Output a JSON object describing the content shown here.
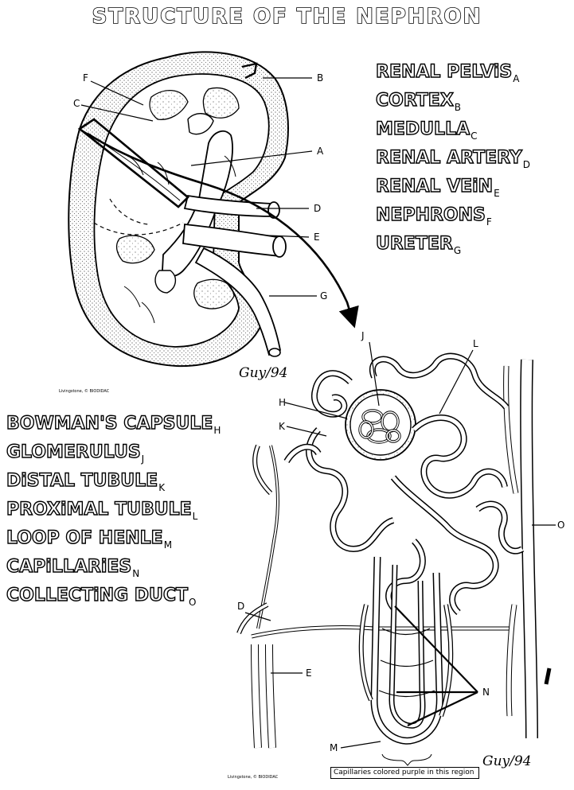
{
  "title": "STRUCTURE OF THE NEPHRON",
  "kidney_legend": [
    {
      "name": "RENAL PELViS",
      "letter": "A"
    },
    {
      "name": "CORTEX",
      "letter": "B"
    },
    {
      "name": "MEDULLA",
      "letter": "C"
    },
    {
      "name": "RENAL ARTERY",
      "letter": "D"
    },
    {
      "name": "RENAL VEiN",
      "letter": "E"
    },
    {
      "name": "NEPHRONS",
      "letter": "F"
    },
    {
      "name": "URETER",
      "letter": "G"
    }
  ],
  "nephron_legend": [
    {
      "name": "BOWMAN'S CAPSULE",
      "letter": "H"
    },
    {
      "name": "GLOMERULUS",
      "letter": "J"
    },
    {
      "name": "DiSTAL TUBULE",
      "letter": "K"
    },
    {
      "name": "PROXiMAL TUBULE",
      "letter": "L"
    },
    {
      "name": "LOOP OF HENLE",
      "letter": "M"
    },
    {
      "name": "CAPiLLARiES",
      "letter": "N"
    },
    {
      "name": "COLLECTiNG DUCT",
      "letter": "O"
    }
  ],
  "kidney_labels": {
    "a": "A",
    "b": "B",
    "c": "C",
    "d": "D",
    "e": "E",
    "f": "F",
    "g": "G"
  },
  "nephron_labels": {
    "h": "H",
    "j": "J",
    "k": "K",
    "l": "L",
    "m": "M",
    "n": "N",
    "o": "O",
    "d": "D",
    "e": "E"
  },
  "credits": {
    "top": "Livingstone, © BIODIDAC",
    "bottom": "Livingstone, © BIODIDAC"
  },
  "signatures": {
    "top": "Guy/94",
    "bottom": "Guy/94"
  },
  "caption": "Capillaries colored purple in this region"
}
